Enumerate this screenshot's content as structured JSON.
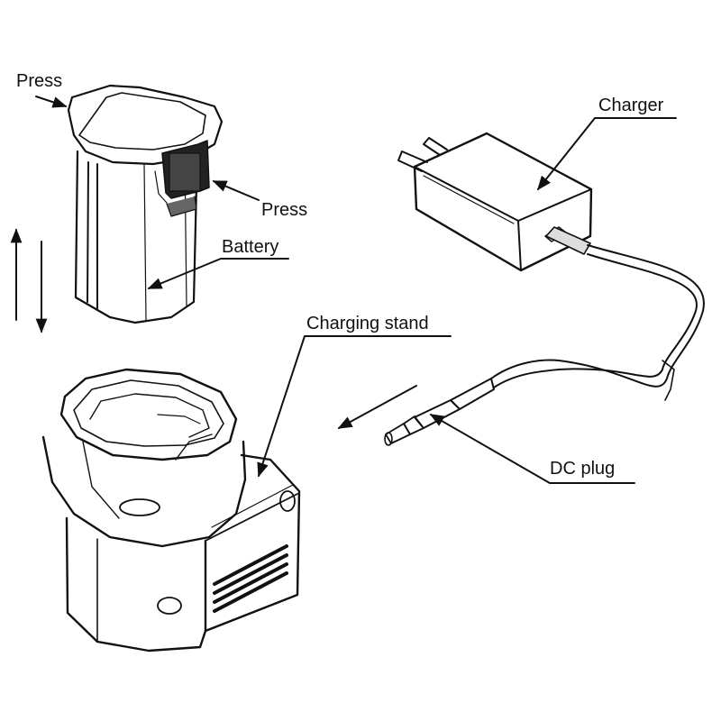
{
  "labels": {
    "press_top": "Press",
    "press_side": "Press",
    "battery": "Battery",
    "charging_stand": "Charging stand",
    "charger": "Charger",
    "dc_plug": "DC plug"
  },
  "colors": {
    "ink": "#111111",
    "paper": "#ffffff",
    "shade": "#555555"
  }
}
